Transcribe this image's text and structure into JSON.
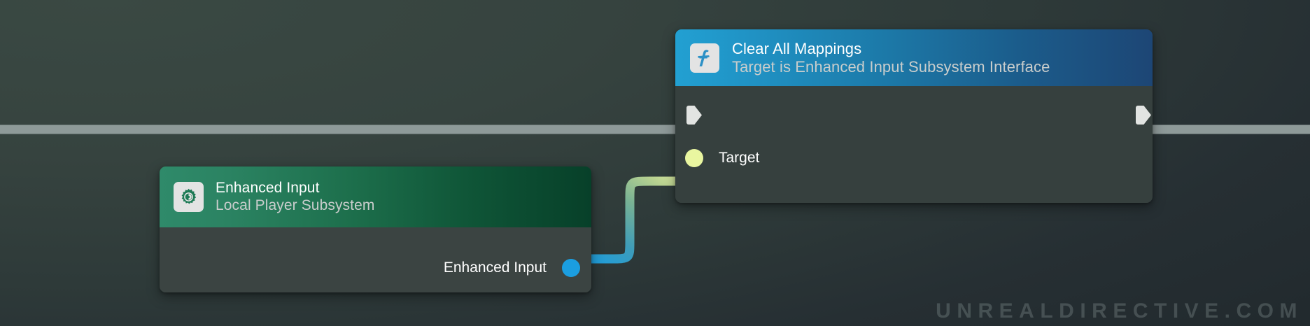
{
  "canvas": {
    "background_top_left": "#3a4943",
    "background_bottom_right": "#232b2f",
    "watermark": "UNREALDIRECTIVE.COM"
  },
  "nodes": [
    {
      "id": "clear-all-mappings",
      "title": "Clear All Mappings",
      "subtitle": "Target is Enhanced Input Subsystem Interface",
      "icon": "function-f-icon",
      "header_color_left": "#22a0d2",
      "header_color_right": "#1d4675",
      "body_color": "#36403e",
      "pins": {
        "exec_in": "",
        "exec_out": "",
        "target": "Target"
      }
    },
    {
      "id": "enhanced-input",
      "title": "Enhanced Input",
      "subtitle": "Local Player Subsystem",
      "icon": "gear-icon",
      "header_color_left": "#2f8a6a",
      "header_color_right": "#074029",
      "body_color": "#3b4442",
      "pins": {
        "output": "Enhanced Input"
      }
    }
  ],
  "wires": [
    {
      "id": "exec-wire-left",
      "type": "execution",
      "color": "#8e9a99"
    },
    {
      "id": "exec-wire-right",
      "type": "execution",
      "color": "#8e9a99"
    },
    {
      "id": "data-wire-target",
      "type": "data",
      "color_start": "#1b9ee0",
      "color_end": "#e9f6a0"
    }
  ],
  "pin_colors": {
    "exec": "#e2e4e2",
    "object_target": "#e9f6a0",
    "object_output": "#1b9ee0"
  }
}
